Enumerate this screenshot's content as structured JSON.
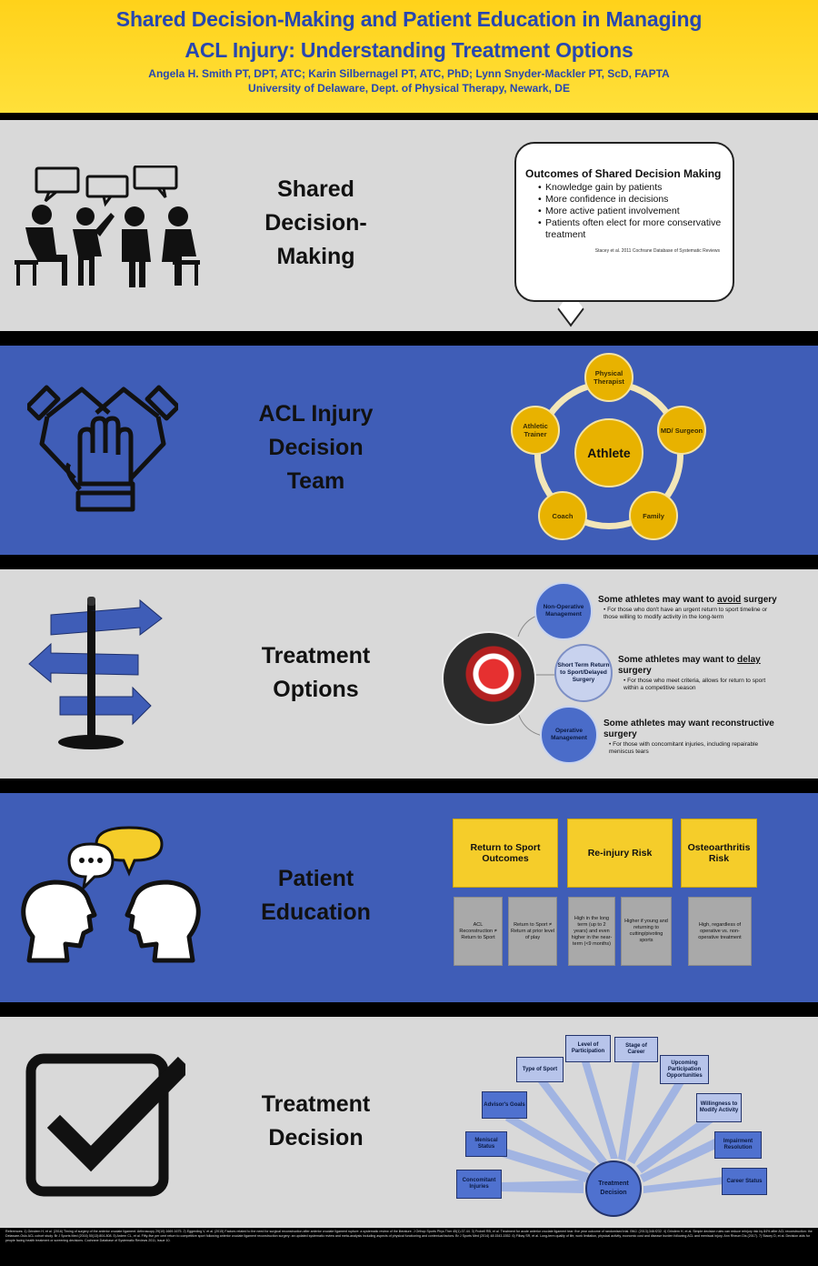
{
  "header": {
    "title_line1": "Shared Decision-Making and Patient Education in Managing",
    "title_line2": "ACL Injury: Understanding Treatment Options",
    "authors": "Angela H. Smith PT, DPT, ATC; Karin Silbernagel PT, ATC, PhD; Lynn Snyder-Mackler PT, ScD, FAPTA",
    "affiliation": "University of Delaware, Dept. of Physical Therapy, Newark, DE"
  },
  "sections": {
    "sdm": {
      "label_lines": [
        "Shared",
        "Decision-",
        "Making"
      ],
      "icon": "group-discussion-icon"
    },
    "team": {
      "label_lines": [
        "ACL Injury",
        "Decision",
        "Team"
      ],
      "icon": "teamwork-hands-icon"
    },
    "options": {
      "label_lines": [
        "Treatment",
        "Options"
      ],
      "icon": "signpost-icon"
    },
    "education": {
      "label_lines": [
        "Patient",
        "Education"
      ],
      "icon": "conversation-heads-icon"
    },
    "decision": {
      "label_lines": [
        "Treatment",
        "Decision"
      ],
      "icon": "checkbox-icon"
    }
  },
  "sdm_bubble": {
    "title": "Outcomes of Shared Decision Making",
    "items": [
      "Knowledge gain by patients",
      "More confidence in decisions",
      "More active patient involvement",
      "Patients often elect for more conservative treatment"
    ],
    "citation": "Stacey et al. 2011 Cochrane Database of Systematic Reviews"
  },
  "team": {
    "center": "Athlete",
    "members": [
      "Physical Therapist",
      "MD/ Surgeon",
      "Family",
      "Coach",
      "Athletic Trainer"
    ]
  },
  "options": [
    {
      "circle": "Non-Operative Management",
      "head_pre": "Some athletes may want to ",
      "head_em": "avoid",
      "head_post": " surgery",
      "sub": "For those who don't have an urgent return to sport timeline or those willing to modify activity in the long-term"
    },
    {
      "circle": "Short Term Return to Sport/Delayed Surgery",
      "head_pre": "Some athletes may want to ",
      "head_em": "delay",
      "head_post": " surgery",
      "sub": "For those who meet criteria, allows for return to sport within a competitive season"
    },
    {
      "circle": "Operative Management",
      "head_pre": "Some athletes may want reconstructive",
      "head_em": "",
      "head_post": " surgery",
      "sub": "For those with concomitant injuries, including repairable meniscus tears"
    }
  ],
  "education": {
    "headers": [
      "Return to Sport Outcomes",
      "Re-injury Risk",
      "Osteoarthritis Risk"
    ],
    "cells": [
      "ACL Reconstruction ≠ Return to Sport",
      "Return to Sport ≠ Return at prior level of play",
      "High in the long term (up to 2 years) and even higher in the near-term (<9 months)",
      "Higher if young and returning to cutting/pivoting sports",
      "High, regardless of operative vs. non-operative treatment"
    ]
  },
  "decision": {
    "center": "Treatment Decision",
    "factors": [
      "Concomitant Injuries",
      "Meniscal Status",
      "Advisor's Goals",
      "Type of Sport",
      "Level of Participation",
      "Stage of Career",
      "Upcoming Participation Opportunities",
      "Willingness to Modify Activity",
      "Impairment Resolution",
      "Career Status"
    ]
  },
  "references": "References: 1) Grindem H, et al. (2016) Timing of surgery of the anterior cruciate ligament. Arthroscopy 29(10):1669-1675. 2) Eggerding V, et al. (2015) Factors related to the need for surgical reconstruction after anterior cruciate ligament rupture: a systematic review of the literature. J Orthop Sports Phys Ther 45(1):37-44. 3) Frobell RB, et al. Treatment for acute anterior cruciate ligament tear: five year outcome of randomised trial. BMJ. (2013);346:f232. 4) Grindem H, et al. Simple decision rules can reduce reinjury risk by 84% after ACL reconstruction: the Delaware-Oslo ACL cohort study. Br J Sports Med (2016) 50(13):804-808. 5) Ardern CL, et al. Fifty-five per cent return to competitive sport following anterior cruciate ligament reconstruction surgery: an updated systematic review and meta-analysis including aspects of physical functioning and contextual factors. Br J Sports Med (2014) 48:1543-1552. 6) Filbay SR, et al. Long-term quality of life, work limitation, physical activity, economic cost and disease burden following ACL and meniscal injury. Ann Rheum Dis (2017). 7) Stacey D, et al. Decision aids for people facing health treatment or screening decisions. Cochrane Database of Systematic Reviews 2011, Issue 10."
}
